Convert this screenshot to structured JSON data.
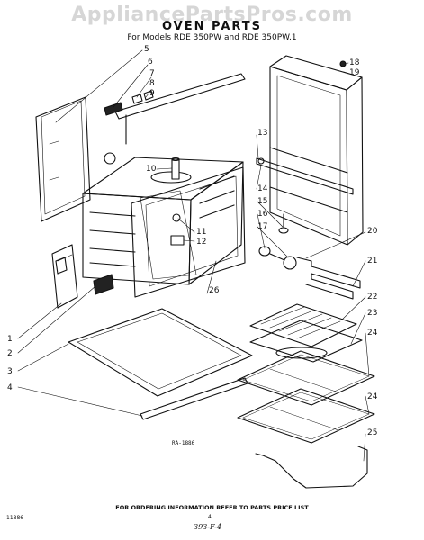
{
  "watermark": "AppliancePartsPros.com",
  "title": "OVEN PARTS",
  "subtitle": "For Models RDE 350PW and RDE 350PW.1",
  "diagram_code": "RA-1886",
  "order_note": "FOR ORDERING INFORMATION REFER TO PARTS PRICE LIST",
  "footer": {
    "left": "11886",
    "page": "4",
    "code": "393-F-4"
  },
  "callouts": {
    "c1": "1",
    "c2": "2",
    "c3": "3",
    "c4": "4",
    "c5": "5",
    "c6": "6",
    "c7": "7",
    "c8": "8",
    "c9": "9",
    "c10": "10",
    "c11": "11",
    "c12": "12",
    "c13": "13",
    "c14": "14",
    "c15": "15",
    "c16": "16",
    "c17": "17",
    "c18": "18",
    "c19": "19",
    "c20": "20",
    "c21": "21",
    "c22": "22",
    "c23": "23",
    "c24a": "24",
    "c24b": "24",
    "c25": "25",
    "c26": "26"
  }
}
